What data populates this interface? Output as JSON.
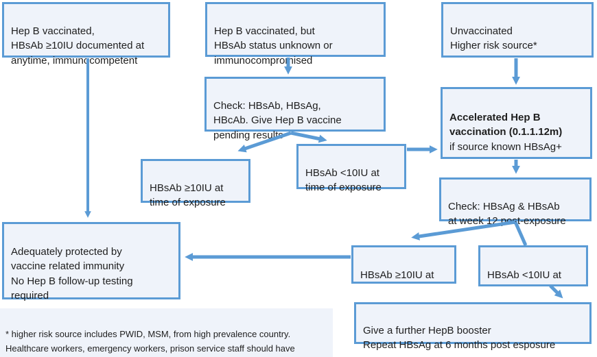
{
  "colors": {
    "box_border": "#5b9bd5",
    "box_fill": "#eff3fa",
    "arrow": "#5b9bd5",
    "text": "#1e1e1e",
    "background": "#ffffff"
  },
  "boxes": {
    "vaccinated_documented": {
      "text": "Hep B vaccinated,\nHBsAb ≥10IU documented at\nanytime, immunocompetent"
    },
    "vaccinated_unknown": {
      "text": "Hep B vaccinated, but\nHBsAb status unknown or\nimmunocompromised"
    },
    "unvaccinated": {
      "text": "Unvaccinated\nHigher risk source*"
    },
    "check_initial": {
      "text": "Check: HBsAb, HBsAg,\nHBcAb. Give Hep B vaccine\npending results"
    },
    "hbsab_ge10_exposure": {
      "text": "HBsAb ≥10IU at\ntime of exposure"
    },
    "hbsab_lt10_exposure": {
      "text": "HBsAb <10IU at\ntime of exposure"
    },
    "accelerated": {
      "bold_text": "Accelerated Hep B\nvaccination (0.1.1.12m)",
      "normal_text": "if source known HBsAg+"
    },
    "check_week12": {
      "text": "Check: HBsAg & HBsAb\nat week 12 post-exposure"
    },
    "hbsab_ge10_week12": {
      "text": "HBsAb ≥10IU at"
    },
    "hbsab_lt10_week12": {
      "text": "HBsAb <10IU at"
    },
    "protected": {
      "text": "Adequately protected by\nvaccine related immunity\nNo Hep B follow-up testing\nrequired"
    },
    "booster": {
      "text": "Give a further HepB booster\nRepeat HBsAg at 6 months post esposure"
    },
    "footnote": {
      "text": "* higher risk source includes PWID, MSM, from high prevalence country.\nHealthcare workers, emergency workers, prison service staff should have\nbeen routinely vaccinated as part of occupational health requirements"
    }
  }
}
